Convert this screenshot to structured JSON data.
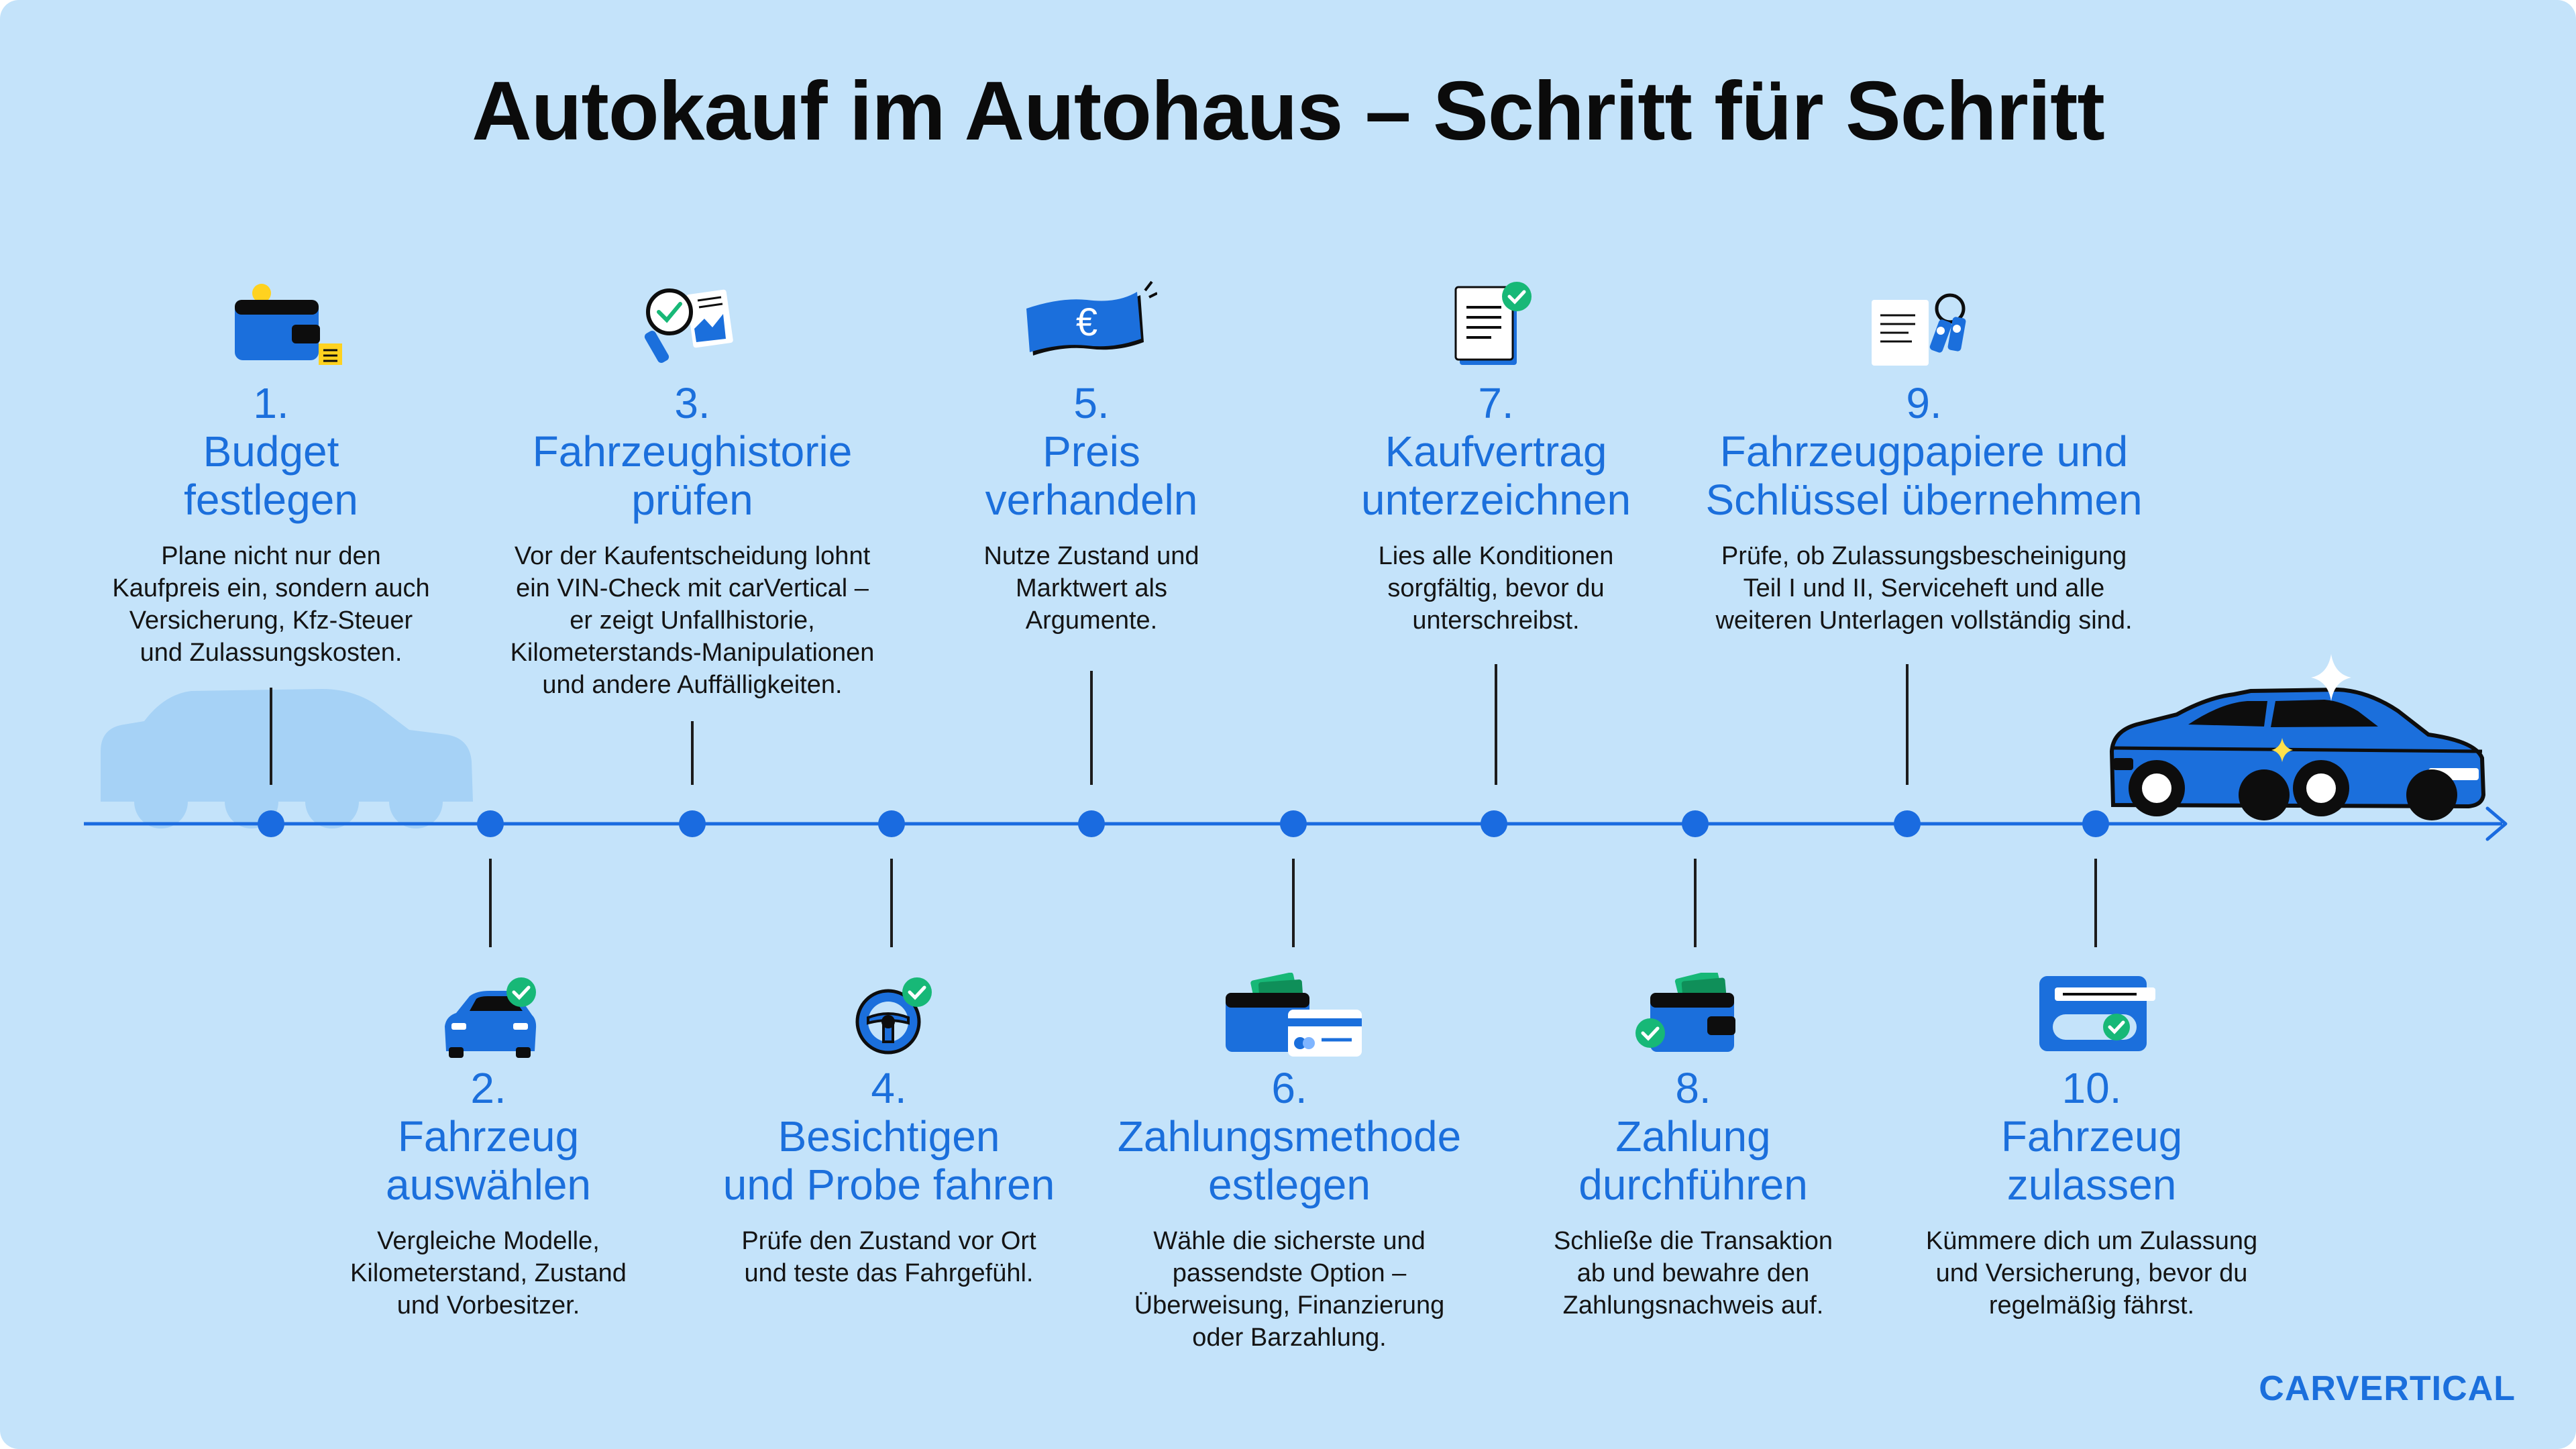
{
  "title": "Autokauf im Autohaus – Schritt für Schritt",
  "brand": "CARVERTICAL",
  "steps": [
    {
      "number": "1.",
      "heading": "Budget\nfestlegen",
      "description": "Plane nicht nur den\nKaufpreis ein, sondern auch\nVersicherung, Kfz-Steuer\nund Zulassungskosten.",
      "icon": "wallet-icon"
    },
    {
      "number": "2.",
      "heading": "Fahrzeug\nauswählen",
      "description": "Vergleiche Modelle,\nKilometerstand, Zustand\nund Vorbesitzer.",
      "icon": "car-check-icon"
    },
    {
      "number": "3.",
      "heading": "Fahrzeughistorie\nprüfen",
      "description": "Vor der Kaufentscheidung lohnt\nein VIN-Check mit carVertical –\ner zeigt Unfallhistorie,\nKilometerstands-Manipulationen\nund andere Auffälligkeiten.",
      "icon": "magnifier-report-icon"
    },
    {
      "number": "4.",
      "heading": "Besichtigen\nund Probe fahren",
      "description": "Prüfe den Zustand vor Ort\nund teste das Fahrgefühl.",
      "icon": "steering-wheel-icon"
    },
    {
      "number": "5.",
      "heading": "Preis\nverhandeln",
      "description": "Nutze Zustand und\nMarktwert als\nArgumente.",
      "icon": "euro-banknote-icon"
    },
    {
      "number": "6.",
      "heading": "Zahlungsmethode\nestlegen",
      "description": "Wähle die sicherste und\npassendste Option –\nÜberweisung, Finanzierung\noder Barzahlung.",
      "icon": "wallet-card-icon"
    },
    {
      "number": "7.",
      "heading": "Kaufvertrag\nunterzeichnen",
      "description": "Lies alle Konditionen\nsorgfältig, bevor du\nunterschreibst.",
      "icon": "contract-icon"
    },
    {
      "number": "8.",
      "heading": "Zahlung\ndurchführen",
      "description": "Schließe die Transaktion\nab und bewahre den\nZahlungsnachweis auf.",
      "icon": "wallet-paid-icon"
    },
    {
      "number": "9.",
      "heading": "Fahrzeugpapiere und\nSchlüssel übernehmen",
      "description": "Prüfe, ob Zulassungsbescheinigung\nTeil I und II, Serviceheft und alle\nweiteren Unterlagen vollständig sind.",
      "icon": "documents-keys-icon"
    },
    {
      "number": "10.",
      "heading": "Fahrzeug\nzulassen",
      "description": "Kümmere dich um Zulassung\nund Versicherung, bevor du\nregelmäßig fährst.",
      "icon": "registration-card-icon"
    }
  ],
  "colors": {
    "background": "#c4e3fa",
    "accent": "#1b6fdc",
    "dot": "#1a6be0",
    "check": "#17b877",
    "text": "#141414"
  }
}
